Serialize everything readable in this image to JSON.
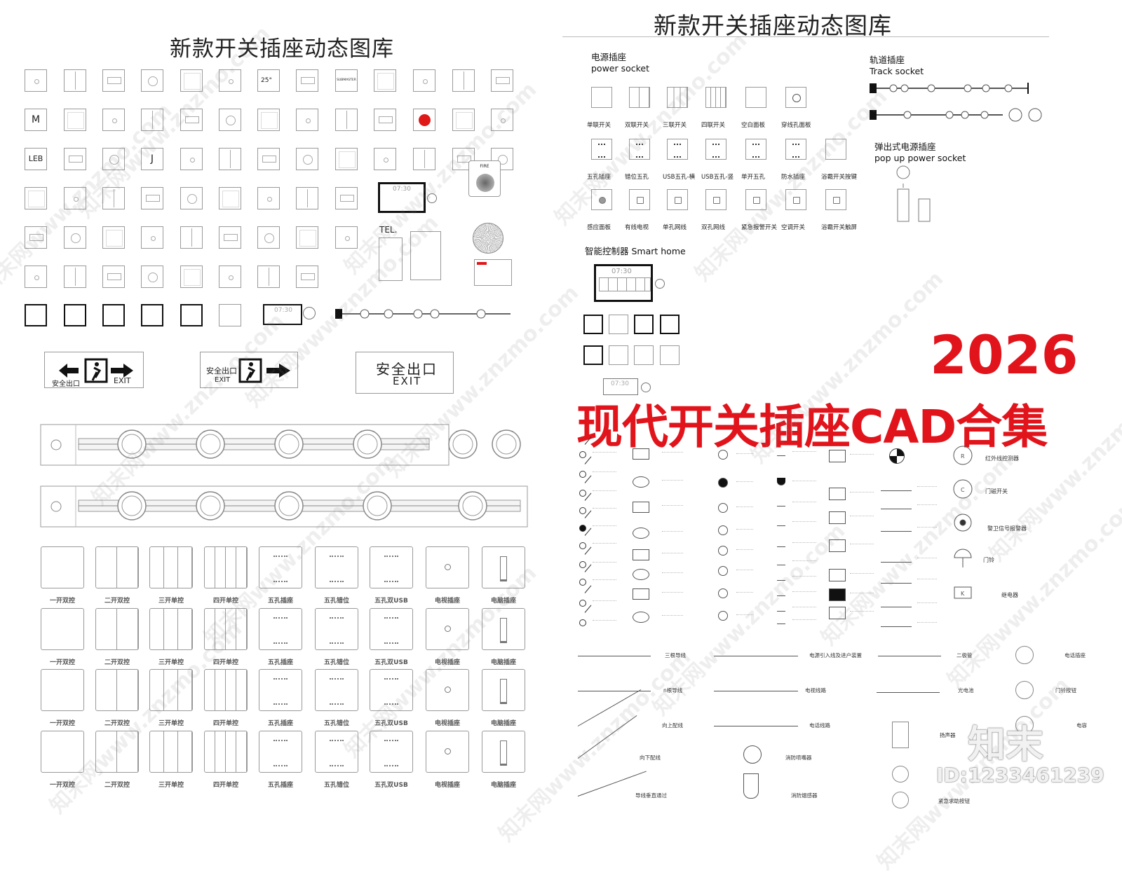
{
  "left": {
    "title": "新款开关插座动态图库",
    "tile_text": {
      "m": "M",
      "leb": "LEB",
      "j": "J",
      "temp": "25°",
      "submaster": "SUBMASTER",
      "fire": "FIRE",
      "tel": "TEL.",
      "clock": "07:30"
    },
    "signs": [
      {
        "cn": "安全出口",
        "en": "EXIT"
      },
      {
        "cn": "安全出口",
        "en": "EXIT"
      },
      {
        "cn": "安全出口",
        "en": "EXIT"
      }
    ],
    "grid_captions": [
      "一开双控",
      "二开双控",
      "三开单控",
      "四开单控",
      "五孔插座",
      "五孔错位",
      "五孔双USB",
      "电视插座",
      "电脑插座"
    ]
  },
  "right": {
    "title": "新款开关插座动态图库",
    "power_socket": {
      "cn": "电源插座",
      "en": "power socket"
    },
    "track_socket": {
      "cn": "轨道插座",
      "en": "Track socket"
    },
    "popup_socket": {
      "cn": "弹出式电源插座",
      "en": "pop up power socket"
    },
    "smart_home": "智能控制器 Smart home",
    "row1": [
      "单联开关",
      "双联开关",
      "三联开关",
      "四联开关",
      "空白面板",
      "穿线孔面板"
    ],
    "row2": [
      "五孔插座",
      "错位五孔",
      "USB五孔-横",
      "USB五孔-竖",
      "单开五孔",
      "防水插座",
      "浴霸开关按键"
    ],
    "row3": [
      "感应面板",
      "有线电视",
      "单孔网线",
      "双孔网线",
      "紧急报警开关",
      "空调开关",
      "浴霸开关触屏"
    ],
    "year": "2026",
    "headline": "现代开关插座CAD合集",
    "legend_right": [
      "红外线控测器",
      "门磁开关",
      "警卫信号报警器",
      "门铃",
      "继电器"
    ],
    "lines": [
      {
        "left": "三根导线",
        "mid": "电源引入线及进户装置",
        "right": "二极管",
        "far": "电话插座"
      },
      {
        "left": "n根导线",
        "mid": "电视线路",
        "right": "光电池",
        "far": "门铃按钮"
      },
      {
        "left": "向上配线",
        "mid": "电话线路",
        "right": "扬声器",
        "far": "电容"
      },
      {
        "left": "向下配线",
        "mid": "消防喷嘴器",
        "right": "",
        "far": ""
      },
      {
        "left": "导线垂直通过",
        "mid": "消防烟感器",
        "right": "紧急求助按钮",
        "far": ""
      }
    ],
    "watermark_brand": "知末",
    "watermark_id": "ID:1233461239"
  },
  "watermark_text": "知末网www.znzmo.com"
}
